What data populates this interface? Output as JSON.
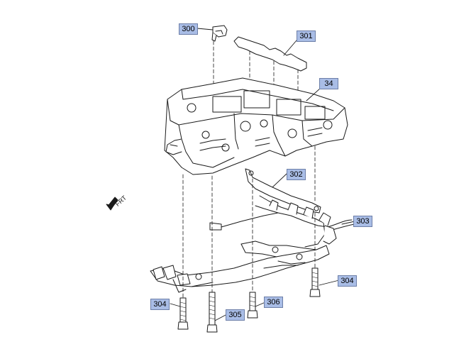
{
  "callouts": {
    "c300": "300",
    "c301": "301",
    "c34": "34",
    "c302": "302",
    "c303": "303",
    "c304_right": "304",
    "c304_left": "304",
    "c305": "305",
    "c306": "306"
  },
  "front_indicator": "FRT",
  "colors": {
    "callout_fill": "#a9bde6",
    "callout_border": "#6d7fa8",
    "line_art": "#1a1a1a"
  }
}
